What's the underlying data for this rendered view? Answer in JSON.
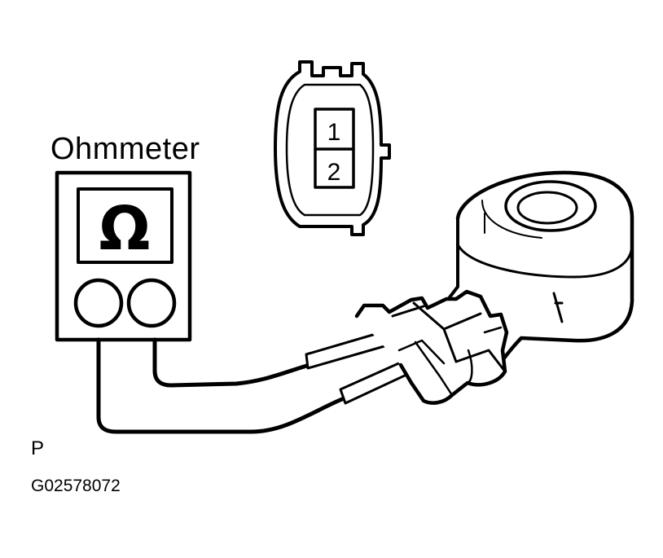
{
  "ohmmeter": {
    "label": "Ohmmeter",
    "symbol": "Ω"
  },
  "connector": {
    "pin1": "1",
    "pin2": "2"
  },
  "corner_code": "P",
  "figure_id": "G02578072"
}
